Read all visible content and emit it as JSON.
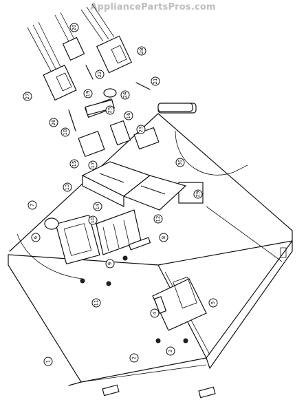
{
  "watermark": "AppliancePartsPros.com",
  "diagram": {
    "callouts": [
      "1",
      "2",
      "3",
      "4",
      "5",
      "6",
      "7",
      "8",
      "9",
      "10",
      "11",
      "12",
      "13",
      "14",
      "15",
      "16",
      "17",
      "18",
      "19",
      "20",
      "21",
      "22",
      "23",
      "24",
      "25",
      "26",
      "27",
      "28",
      "29",
      "30"
    ]
  }
}
